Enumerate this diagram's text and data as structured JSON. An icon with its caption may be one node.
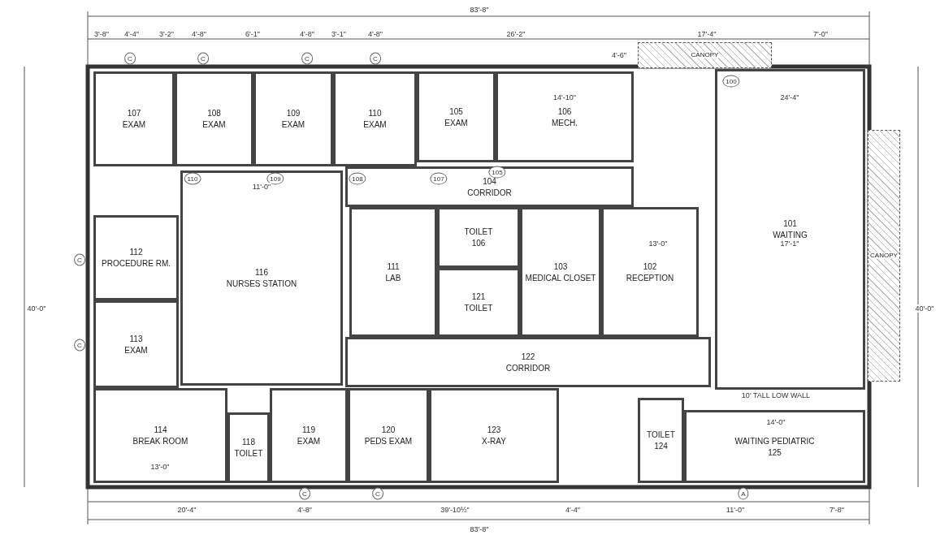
{
  "diagram": {
    "nodes": [
      {
        "text": [
          "107",
          "EXAM"
        ]
      },
      {
        "text": [
          "108",
          "EXAM"
        ]
      },
      {
        "text": [
          "109",
          "EXAM"
        ]
      },
      {
        "text": [
          "110",
          "EXAM"
        ]
      },
      {
        "text": [
          "105",
          "EXAM"
        ]
      },
      {
        "text": [
          "106",
          "MECH."
        ]
      },
      {
        "text": [
          "CANOPY"
        ]
      },
      {
        "text": [
          "112",
          "PROCEDURE RM."
        ]
      },
      {
        "text": [
          "116",
          "NURSES STATION"
        ]
      },
      {
        "text": [
          "104",
          "CORRIDOR"
        ]
      },
      {
        "text": [
          "111",
          "LAB"
        ]
      },
      {
        "text": [
          "TOILET",
          "106"
        ]
      },
      {
        "text": [
          "121",
          "TOILET"
        ]
      },
      {
        "text": [
          "103",
          "MEDICAL CLOSET"
        ]
      },
      {
        "text": [
          "102",
          "RECEPTION"
        ]
      },
      {
        "text": [
          "101",
          "WAITING"
        ]
      },
      {
        "text": [
          "CANOPY"
        ]
      },
      {
        "text": [
          "113",
          "EXAM"
        ]
      },
      {
        "text": [
          "122",
          "CORRIDOR"
        ]
      },
      {
        "text": [
          "114",
          "BREAK ROOM"
        ]
      },
      {
        "text": [
          "118",
          "TOILET"
        ]
      },
      {
        "text": [
          "119",
          "EXAM"
        ]
      },
      {
        "text": [
          "120",
          "PEDS EXAM"
        ]
      },
      {
        "text": [
          "123",
          "X-RAY"
        ]
      },
      {
        "text": [
          "TOILET",
          "124"
        ]
      },
      {
        "text": [
          "WAITING PEDIATRIC",
          "125"
        ]
      }
    ],
    "labels": [
      "83'-8\"",
      "3'-8\"",
      "4'-4\"",
      "3'-2\"",
      "4'-8\"",
      "6'-1\"",
      "4'-8\"",
      "3'-1\"",
      "4'-8\"",
      "26'-2\"",
      "17'-4\"",
      "7'-0\"",
      "4'-6\"",
      "C",
      "C",
      "C",
      "C",
      "110",
      "109",
      "108",
      "107",
      "105",
      "100",
      "14'-10\"",
      "24'-4\"",
      "40'-0\"",
      "C",
      "C",
      "40'-0\"",
      "11'-0\"",
      "17'-1\"",
      "13'-0\"",
      "10' TALL LOW WALL",
      "14'-0\"",
      "13'-0\"",
      "C",
      "C",
      "A",
      "20'-4\"",
      "4'-8\"",
      "39'-10½\"",
      "4'-4\"",
      "11'-0\"",
      "7'-8\"",
      "83'-8\""
    ]
  }
}
